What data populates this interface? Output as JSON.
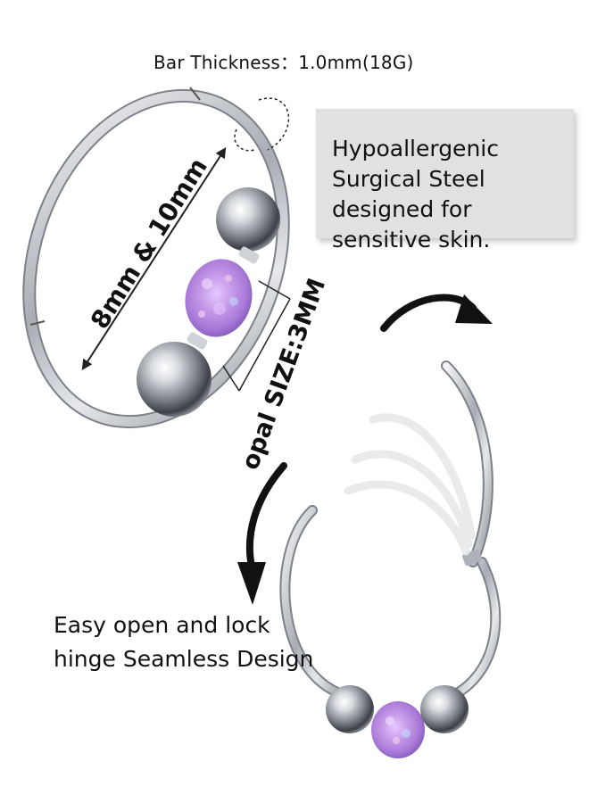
{
  "annotations": {
    "bar_thickness": "Bar Thickness：1.0mm(18G)",
    "ring_size": "8mm & 10mm",
    "opal_size": "opal SIZE:3MM"
  },
  "info_box": {
    "text": "Hypoallergenic Surgical Steel designed for sensitive skin."
  },
  "feature": {
    "line1": "Easy open and lock",
    "line2": "hinge Seamless Design"
  },
  "colors": {
    "steel": "#b8bcc2",
    "opal": "#c89be6",
    "box": "#e1e1e1"
  },
  "icons": [
    "curved-arrow-right-icon",
    "curved-arrow-down-icon",
    "dimension-arrow-icon",
    "rotation-indicator-icon"
  ]
}
